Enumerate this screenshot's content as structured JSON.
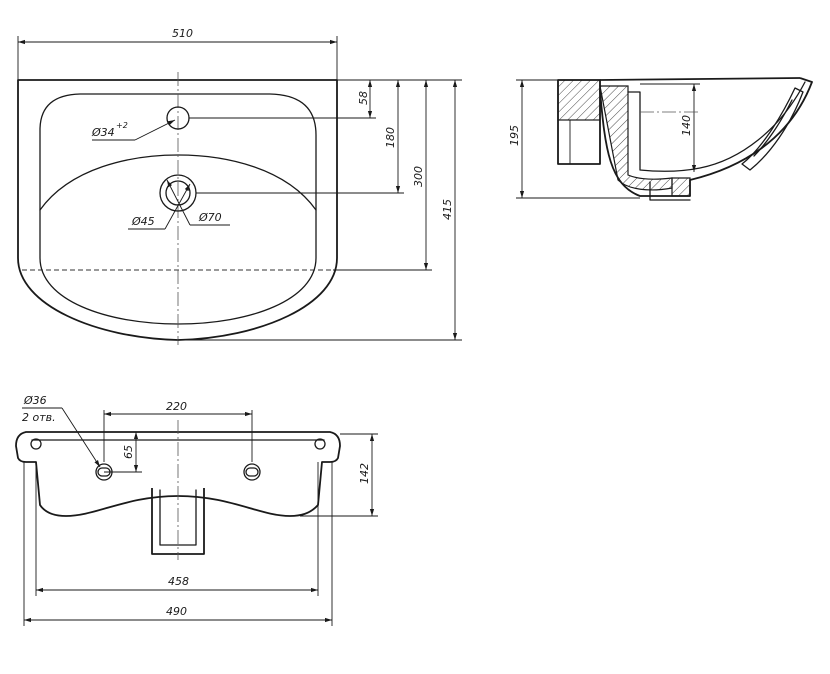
{
  "top_view": {
    "width": "510",
    "hole_offset": "58",
    "bowl_depth": "180",
    "drain_offset": "300",
    "length": "415",
    "tap_hole": "Ø34",
    "tap_hole_tol": "+2",
    "drain_inner": "Ø45",
    "drain_outer": "Ø70"
  },
  "side_view": {
    "height": "195",
    "inner_height": "140"
  },
  "rear_view": {
    "mount_holes": "Ø36",
    "mount_count": "2 отв.",
    "hole_spacing": "220",
    "hole_height": "65",
    "height": "142",
    "inner_width": "458",
    "outer_width": "490"
  }
}
